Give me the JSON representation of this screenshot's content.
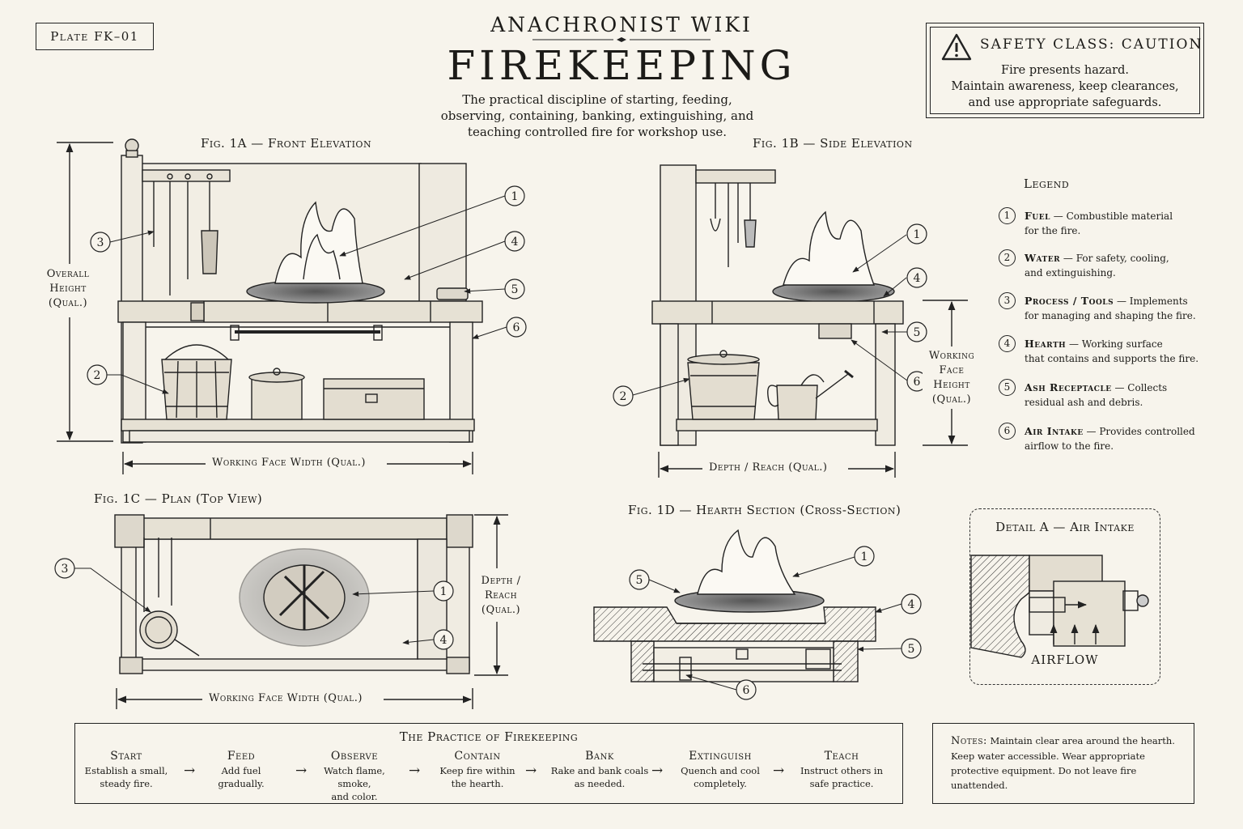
{
  "header": {
    "plate": "Plate FK–01",
    "site": "ANACHRONIST WIKI",
    "title": "FIREKEEPING",
    "subtitle": "The practical discipline of starting, feeding, observing, containing, banking, extinguishing, and teaching controlled fire for workshop use."
  },
  "safety": {
    "icon": "warning-triangle-icon",
    "heading": "SAFETY CLASS: CAUTION",
    "lines": [
      "Fire presents hazard.",
      "Maintain awareness, keep clearances,",
      "and use appropriate safeguards."
    ]
  },
  "figures": {
    "fig1a": {
      "caption": "Fig. 1A — Front Elevation",
      "height_label": [
        "Overall",
        "Height",
        "(Qual.)"
      ],
      "width_label": "Working Face Width (Qual.)"
    },
    "fig1b": {
      "caption": "Fig. 1B — Side Elevation",
      "height_label": [
        "Working",
        "Face",
        "Height",
        "(Qual.)"
      ],
      "depth_label": "Depth / Reach (Qual.)"
    },
    "fig1c": {
      "caption": "Fig. 1C — Plan (Top View)",
      "depth_label": [
        "Depth /",
        "Reach",
        "(Qual.)"
      ],
      "width_label": "Working Face Width (Qual.)"
    },
    "fig1d": {
      "caption": "Fig. 1D — Hearth Section (Cross-Section)"
    },
    "detail": {
      "caption": "Detail A — Air Intake",
      "airflow": "AIRFLOW"
    }
  },
  "callouts": {
    "n1": "1",
    "n2": "2",
    "n3": "3",
    "n4": "4",
    "n5": "5",
    "n6": "6"
  },
  "legend": {
    "title": "Legend",
    "items": [
      {
        "num": "1",
        "name": "Fuel",
        "desc": "— Combustible material",
        "desc2": "for the fire."
      },
      {
        "num": "2",
        "name": "Water",
        "desc": "— For safety, cooling,",
        "desc2": "and extinguishing."
      },
      {
        "num": "3",
        "name": "Process / Tools",
        "desc": "— Implements",
        "desc2": "for managing and shaping the fire."
      },
      {
        "num": "4",
        "name": "Hearth",
        "desc": "— Working surface",
        "desc2": "that contains and supports the fire."
      },
      {
        "num": "5",
        "name": "Ash Receptacle",
        "desc": "— Collects",
        "desc2": "residual ash and debris."
      },
      {
        "num": "6",
        "name": "Air Intake",
        "desc": "— Provides controlled",
        "desc2": "airflow to the fire."
      }
    ]
  },
  "practice": {
    "title": "The Practice of Firekeeping",
    "steps": [
      {
        "name": "Start",
        "desc1": "Establish a small,",
        "desc2": "steady fire."
      },
      {
        "name": "Feed",
        "desc1": "Add fuel",
        "desc2": "gradually."
      },
      {
        "name": "Observe",
        "desc1": "Watch flame, smoke,",
        "desc2": "and color."
      },
      {
        "name": "Contain",
        "desc1": "Keep fire within",
        "desc2": "the hearth."
      },
      {
        "name": "Bank",
        "desc1": "Rake and bank coals",
        "desc2": "as needed."
      },
      {
        "name": "Extinguish",
        "desc1": "Quench and cool",
        "desc2": "completely."
      },
      {
        "name": "Teach",
        "desc1": "Instruct others in",
        "desc2": "safe practice."
      }
    ],
    "arrow": "→"
  },
  "notes": {
    "label": "Notes:",
    "line1": "Maintain clear area around the hearth.",
    "line2": "Keep water accessible.  Wear appropriate",
    "line3": "protective equipment.  Do not leave fire",
    "line4": "unattended."
  }
}
